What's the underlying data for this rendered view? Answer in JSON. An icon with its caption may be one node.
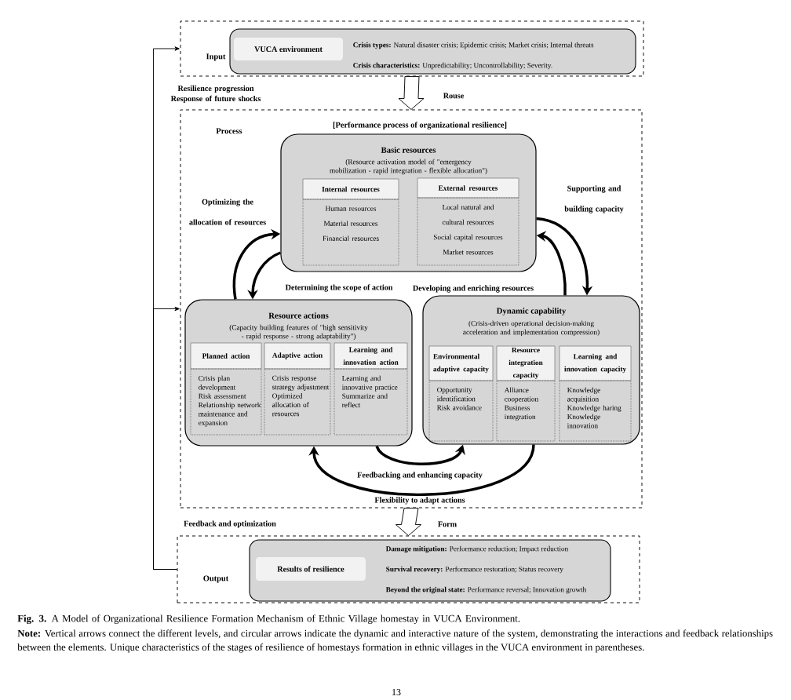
{
  "diagram": {
    "caption": "**Fig. 3.** A Model of Organizational Resilience Formation Mechanism of Ethnic Village homestay in VUCA Environment.",
    "nodes": [
      {
        "text": [
          "Input"
        ]
      },
      {
        "text": [
          "**Crisis types:** Natural disaster crisis; Epidemic crisis; Market crisis; Internal threats",
          "**Crisis characteristics:** Unpredictability; Uncontrollability; Severity."
        ],
        "in": 0
      },
      {
        "text": [
          "VUCA environment"
        ],
        "in": 1
      },
      {
        "text": [
          "Process",
          "[Performance process of organizational resilience]"
        ]
      },
      {
        "text": [
          "Basic resources",
          "(Resource activation model of \"emergency mobilization - rapid integration - flexible allocation\")"
        ],
        "in": 3
      },
      {
        "text": [
          "Internal resources"
        ],
        "in": 4
      },
      {
        "text": [
          "Human resources",
          "Material resources",
          "Financial resources"
        ],
        "in": 4
      },
      {
        "text": [
          "External resources"
        ],
        "in": 4
      },
      {
        "text": [
          "Local natural and cultural resources",
          "Social capital resources",
          "Market resources"
        ],
        "in": 4
      },
      {
        "text": [
          "Resource actions",
          "(Capacity building features of \"high sensitivity - rapid response - strong adaptability\")"
        ],
        "in": 3
      },
      {
        "text": [
          "Planned action"
        ],
        "in": 9
      },
      {
        "text": [
          "Crisis plan development",
          "Risk assessment",
          "Relationship network maintenance and expansion"
        ],
        "in": 9
      },
      {
        "text": [
          "Adaptive action"
        ],
        "in": 9
      },
      {
        "text": [
          "Crisis response strategy adjustment",
          "Optimized allocation of resources"
        ],
        "in": 9
      },
      {
        "text": [
          "Learning and innovation action"
        ],
        "in": 9
      },
      {
        "text": [
          "Learning and innovative practice",
          "Summarize and reflect"
        ],
        "in": 9
      },
      {
        "text": [
          "Dynamic capability",
          "(Crisis-driven operational decision-making acceleration and implementation compression)"
        ],
        "in": 3
      },
      {
        "text": [
          "Environmental adaptive capacity"
        ],
        "in": 16
      },
      {
        "text": [
          "Opportunity identification",
          "Risk avoidance"
        ],
        "in": 16
      },
      {
        "text": [
          "Resource integration capacity"
        ],
        "in": 16
      },
      {
        "text": [
          "Alliance cooperation",
          "Business integration"
        ],
        "in": 16
      },
      {
        "text": [
          "Learning and innovation capacity"
        ],
        "in": 16
      },
      {
        "text": [
          "Knowledge acquisition",
          "Knowledge haring",
          "Knowledge innovation"
        ],
        "in": 16
      },
      {
        "text": [
          "Output"
        ]
      },
      {
        "text": [
          "**Damage mitigation:** Performance reduction; Impact reduction",
          "**Survival recovery:** Performance restoration; Status recovery",
          "**Beyond the original state:** Performance reversal; Innovation growth"
        ],
        "in": 23
      },
      {
        "text": [
          "Results of resilience"
        ],
        "in": 24
      }
    ],
    "edges": [
      {
        "from": 0,
        "to": 3,
        "arrow": "to",
        "label": "Rouse"
      },
      {
        "from": 3,
        "to": 23,
        "arrow": "to",
        "label": "Form"
      },
      {
        "from": 23,
        "to": 0,
        "arrow": "to"
      },
      {
        "from": 23,
        "to": 3,
        "arrow": "to"
      },
      {
        "from": 9,
        "to": 4,
        "arrow": "to",
        "label": "Optimizing the allocation of resources"
      },
      {
        "from": 4,
        "to": 9,
        "arrow": "to",
        "label": "Determining the scope of action"
      },
      {
        "from": 16,
        "to": 4,
        "arrow": "to",
        "label": "Developing and enriching resources"
      },
      {
        "from": 4,
        "to": 16,
        "arrow": "to",
        "label": "Supporting and building capacity"
      },
      {
        "from": 9,
        "to": 16,
        "arrow": "to",
        "label": "Feedbacking and enhancing capacity"
      },
      {
        "from": 16,
        "to": 9,
        "arrow": "to",
        "label": "Flexibility to adapt actions"
      }
    ],
    "labels": [
      "Resilience progression Response of future shocks",
      "Feedback and optimization",
      "**Note:** Vertical arrows connect the different levels, and circular arrows indicate the dynamic and interactive nature of the system, demonstrating the interactions and feedback relationships between the elements. Unique characteristics of the stages of resilience of homestays formation in ethnic villages in the VUCA environment in parentheses.",
      "13"
    ]
  }
}
